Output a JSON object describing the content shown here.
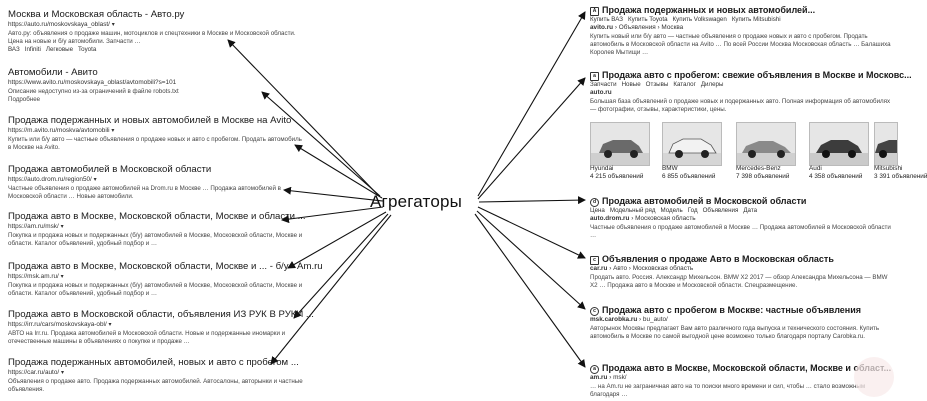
{
  "center_label": "Агрегаторы",
  "left_results": [
    {
      "title": "Москва и Московская область - Авто.ру",
      "url": "https://auto.ru/moskovskaya_oblast/",
      "snippet": "Авто.ру: объявления о продаже машин, мотоциклов и спецтехники в Москве и Московской области. Цена на новые и б/у автомобили. Запчасти …",
      "sitelinks": [
        "ВАЗ",
        "Infiniti",
        "Легковые",
        "Toyota"
      ]
    },
    {
      "title": "Автомобили - Авито",
      "url": "https://www.avito.ru/moskovskaya_oblast/avtomobili?s=101",
      "snippet": "Описание недоступно из-за ограничений в файле robots.txt",
      "extra": "Подробнее"
    },
    {
      "title": "Продажа подержанных и новых автомобилей в Москве на Avito",
      "url": "https://m.avito.ru/moskva/avtomobili",
      "snippet": "Купить или б/у авто — частные объявления о продаже новых и авто с пробегом. Продать автомобиль в Москве на Avito."
    },
    {
      "title": "Продажа автомобилей в Московской области",
      "url": "https://auto.drom.ru/region50/",
      "snippet": "Частные объявления о продаже автомобилей на Drom.ru в Москве … Продажа автомобилей в Московской области … Новые автомобили."
    },
    {
      "title": "Продажа авто в Москве, Московской области, Москве и области ...",
      "url": "https://am.ru/msk/",
      "snippet": "Покупка и продажа новых и подержанных (б/у) автомобилей в Москве, Московской области, Москве и области. Каталог объявлений, удобный подбор и …"
    },
    {
      "title": "Продажа авто в Москве, Московской области, Москве и ... - б/у - Am.ru",
      "url": "https://msk.am.ru/",
      "snippet": "Покупка и продажа новых и подержанных (б/у) автомобилей в Москве, Московской области, Москве и области. Каталог объявлений, удобный подбор и …"
    },
    {
      "title": "Продажа авто в Московской области, объявления ИЗ РУК В РУКИ ...",
      "url": "https://irr.ru/cars/moskovskaya-obl/",
      "snippet": "АВТО на Irr.ru. Продажа автомобилей в Московской области. Новые и подержанные иномарки и отечественные машины в объявлениях о покупке и продаже …"
    },
    {
      "title": "Продажа подержанных автомобилей, новых и авто с пробегом ...",
      "url": "https://car.ru/auto/",
      "snippet": "Объявления о продаже авто. Продажа подержанных автомобилей. Автосалоны, авторынки и частные объявления."
    }
  ],
  "right_results": {
    "avito": {
      "title": "Продажа подержанных и новых автомобилей...",
      "sitelinks": [
        "Купить ВАЗ",
        "Купить Toyota",
        "Купить Volkswagen",
        "Купить Mitsubishi"
      ],
      "crumb": "avito.ru",
      "crumb_tail": "› Объявления › Москва",
      "snippet": "Купить новый или б/у авто — частные объявления о продаже новых и авто с пробегом. Продать автомобиль в Московской области на Avito … По всей России Москва Московская область … Балашиха Королев Мытищи …"
    },
    "autoru": {
      "title": "Продажа авто с пробегом: свежие объявления в Москве и Московс...",
      "sitelinks": [
        "Запчасти",
        "Новые",
        "Отзывы",
        "Каталог",
        "Дилеры"
      ],
      "crumb": "auto.ru",
      "snippet": "Большая база объявлений о продаже новых и подержанных авто. Полная информация об автомобилях — фотографии, отзывы, характеристики, цены.",
      "cars": [
        {
          "name": "Hyundai",
          "count": "4 215 объявлений"
        },
        {
          "name": "BMW",
          "count": "6 855 объявлений"
        },
        {
          "name": "Mercedes-Benz",
          "count": "7 398 объявлений"
        },
        {
          "name": "Audi",
          "count": "4 358 объявлений"
        },
        {
          "name": "Mitsubishi",
          "count": "3 391 объявлений"
        }
      ]
    },
    "drom": {
      "title": "Продажа автомобилей в Московской области",
      "sitelinks": [
        "Цена",
        "Модельный ряд",
        "Модель",
        "Год",
        "Объявления",
        "Дата"
      ],
      "crumb": "auto.drom.ru",
      "crumb_tail": "› Московская область",
      "snippet": "Частные объявления о продаже автомобилей в Москве … Продажа автомобилей в Московской области …"
    },
    "car": {
      "title": "Объявления о продаже Авто в Московская область",
      "crumb": "car.ru",
      "crumb_tail": "› Авто › Московская область",
      "snippet": "Продать авто. Россия. Александр Михельсон. BMW X2 2017 — обзор Александра Михельсона — BMW X2 … Продажа авто в Москве и Московской области. Спецразмещение."
    },
    "carobka": {
      "title": "Продажа авто с пробегом в Москве: частные объявления",
      "crumb": "msk.carobka.ru",
      "crumb_tail": "› bu_auto/",
      "snippet": "Авторынок Москвы предлагает Вам авто различного года выпуска и технического состояния. Купить автомобиль в Москве по самой выгодной цене возможно только благодаря порталу Carobka.ru."
    },
    "am": {
      "title": "Продажа авто в Москве, Московской области, Москве и област...",
      "crumb": "am.ru",
      "crumb_tail": "› msk/",
      "snippet": "… на Am.ru не заграничная авто на то поиски много времени и сил, чтобы … стало возможным благодаря …"
    }
  },
  "colors": {
    "text": "#1a1a1a",
    "snippet": "#444444",
    "arrow": "#111111"
  }
}
